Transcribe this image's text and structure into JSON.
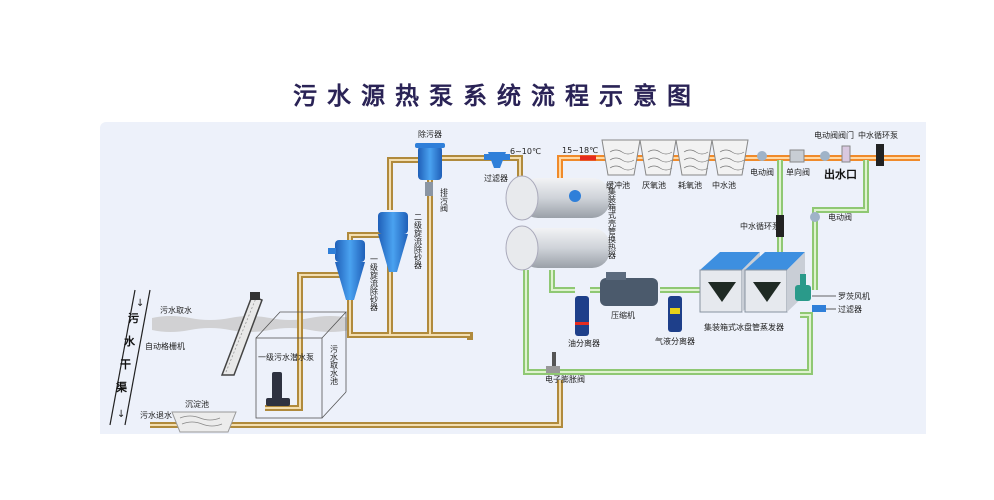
{
  "title": "污水源热泵系统流程示意图",
  "colors": {
    "title": "#2a2356",
    "panel_bg": "#edf1fa",
    "sewage_pipe": "#b08a3c",
    "sewage_pipe_inner": "#f3deb0",
    "hot_pipe": "#f08a2a",
    "hot_pipe_inner": "#ffd9a6",
    "refrigerant_pipe": "#8fc873",
    "refrigerant_pipe_inner": "#dff2cf",
    "equipment_blue": "#2f7fd9"
  },
  "labels": {
    "sewage_main_channel": "污水干渠",
    "sewage_intake": "污水取水",
    "auto_grille": "自动格栅机",
    "sedimentation_tank": "沉淀池",
    "sewage_return": "污水退水",
    "submersible_pump": "一级污水潜水泵",
    "intake_pool": "污水取水池",
    "primary_cyclone": "一级旋流除砂器",
    "secondary_cyclone": "二级旋流除砂器",
    "dirt_remover": "除污器",
    "drain_valve": "排污阀",
    "filter_top": "过滤器",
    "temp_low": "6~10℃",
    "temp_high": "15~18℃",
    "heat_exchanger": "集装箱式壳管换热器",
    "buffer_pool": "缓冲池",
    "anoxic_pool": "厌氧池",
    "aerobic_pool": "耗氧池",
    "reclaimed_pool": "中水池",
    "motor_valve_1": "电动阀",
    "check_valve": "单向阀",
    "motor_valve_2": "电动阀",
    "valve": "阀门",
    "reclaimed_pump_top": "中水循环泵",
    "outlet": "出水口",
    "reclaimed_pump_mid": "中水循环泵",
    "motor_valve_3": "电动阀",
    "roots_blower": "罗茨风机",
    "filter_right": "过滤器",
    "evaporator": "集装箱式冰盘管蒸发器",
    "compressor": "压缩机",
    "oil_separator": "油分离器",
    "gas_liquid_separator": "气液分离器",
    "electronic_expansion_valve": "电子膨胀阀"
  }
}
